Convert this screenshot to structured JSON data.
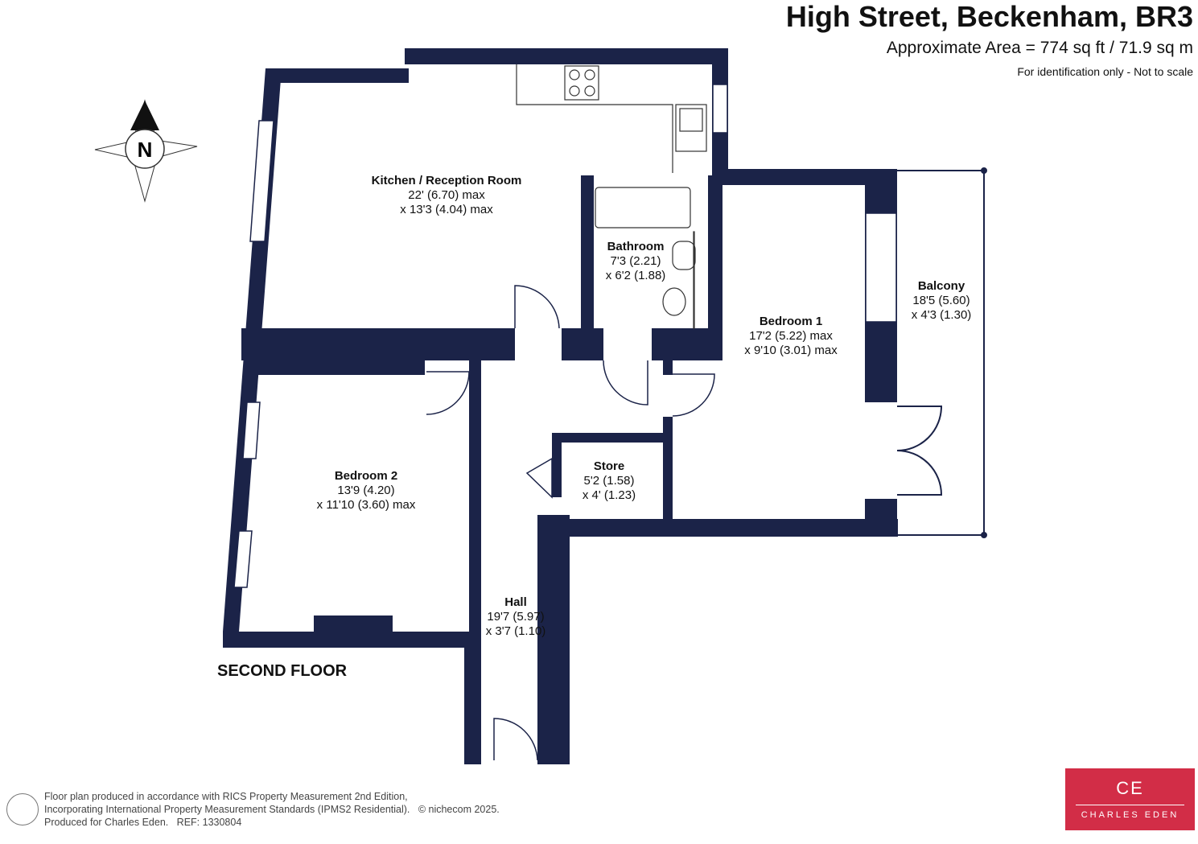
{
  "header": {
    "title": "High Street, Beckenham, BR3",
    "area": "Approximate Area = 774 sq ft / 71.9 sq m",
    "note": "For identification only - Not to scale"
  },
  "compass": {
    "label": "N"
  },
  "floor_label": "SECOND FLOOR",
  "rooms": [
    {
      "name": "Kitchen / Reception Room",
      "dim1": "22' (6.70) max",
      "dim2": "x 13'3 (4.04) max"
    },
    {
      "name": "Bathroom",
      "dim1": "7'3 (2.21)",
      "dim2": "x 6'2 (1.88)"
    },
    {
      "name": "Bedroom 1",
      "dim1": "17'2 (5.22) max",
      "dim2": "x 9'10 (3.01) max"
    },
    {
      "name": "Balcony",
      "dim1": "18'5 (5.60)",
      "dim2": "x 4'3 (1.30)"
    },
    {
      "name": "Store",
      "dim1": "5'2 (1.58)",
      "dim2": "x 4' (1.23)"
    },
    {
      "name": "Bedroom 2",
      "dim1": "13'9 (4.20)",
      "dim2": "x 11'10 (3.60) max"
    },
    {
      "name": "Hall",
      "dim1": "19'7 (5.97)",
      "dim2": "x 3'7 (1.10)"
    }
  ],
  "footer": {
    "line1": "Floor plan produced in accordance with RICS Property Measurement 2nd Edition,",
    "line2": "Incorporating International Property Measurement Standards (IPMS2 Residential).   © nichecom 2025.",
    "line3": "Produced for Charles Eden.   REF: 1330804"
  },
  "logo": {
    "mark": "CE",
    "name": "CHARLES EDEN"
  },
  "colors": {
    "wall": "#1b2348",
    "brand": "#d22d47"
  }
}
